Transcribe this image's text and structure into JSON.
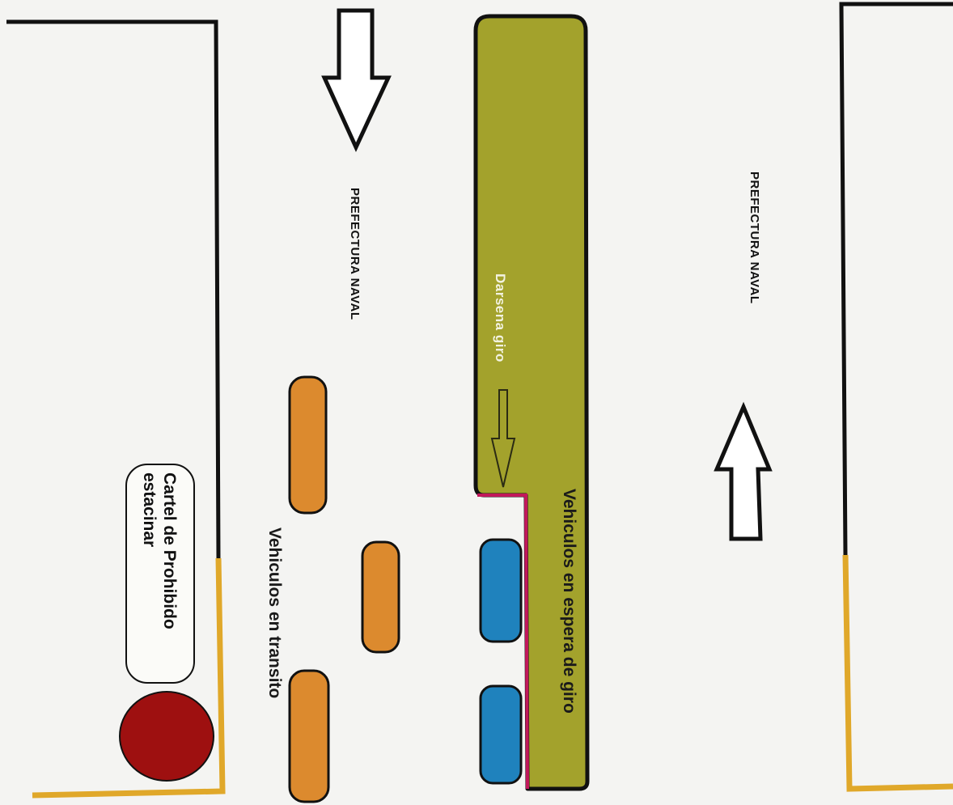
{
  "labels": {
    "prefectura_left": "PREFECTURA NAVAL",
    "prefectura_right": "PREFECTURA NAVAL",
    "darsena": "Darsena giro",
    "esperando": "Vehiculos en espera de giro",
    "transito": "Vehiculos en transito",
    "cartel_line1": "Cartel de Prohibido",
    "cartel_line2": "estacinar"
  },
  "colors": {
    "background": "#f4f4f2",
    "curb_black": "#111111",
    "curb_yellow": "#e0a82a",
    "darsena_fill": "#a3a22c",
    "darsena_edge": "#c2185b",
    "vehicle_transit": "#dc8a2e",
    "vehicle_waiting": "#1f82bd",
    "sign_circle": "#9e1010"
  },
  "icons": {
    "arrow_down": "arrow-down-icon",
    "arrow_up": "arrow-up-icon",
    "arrow_darsena": "arrow-down-small-icon",
    "sign": "no-parking-sign-icon"
  }
}
